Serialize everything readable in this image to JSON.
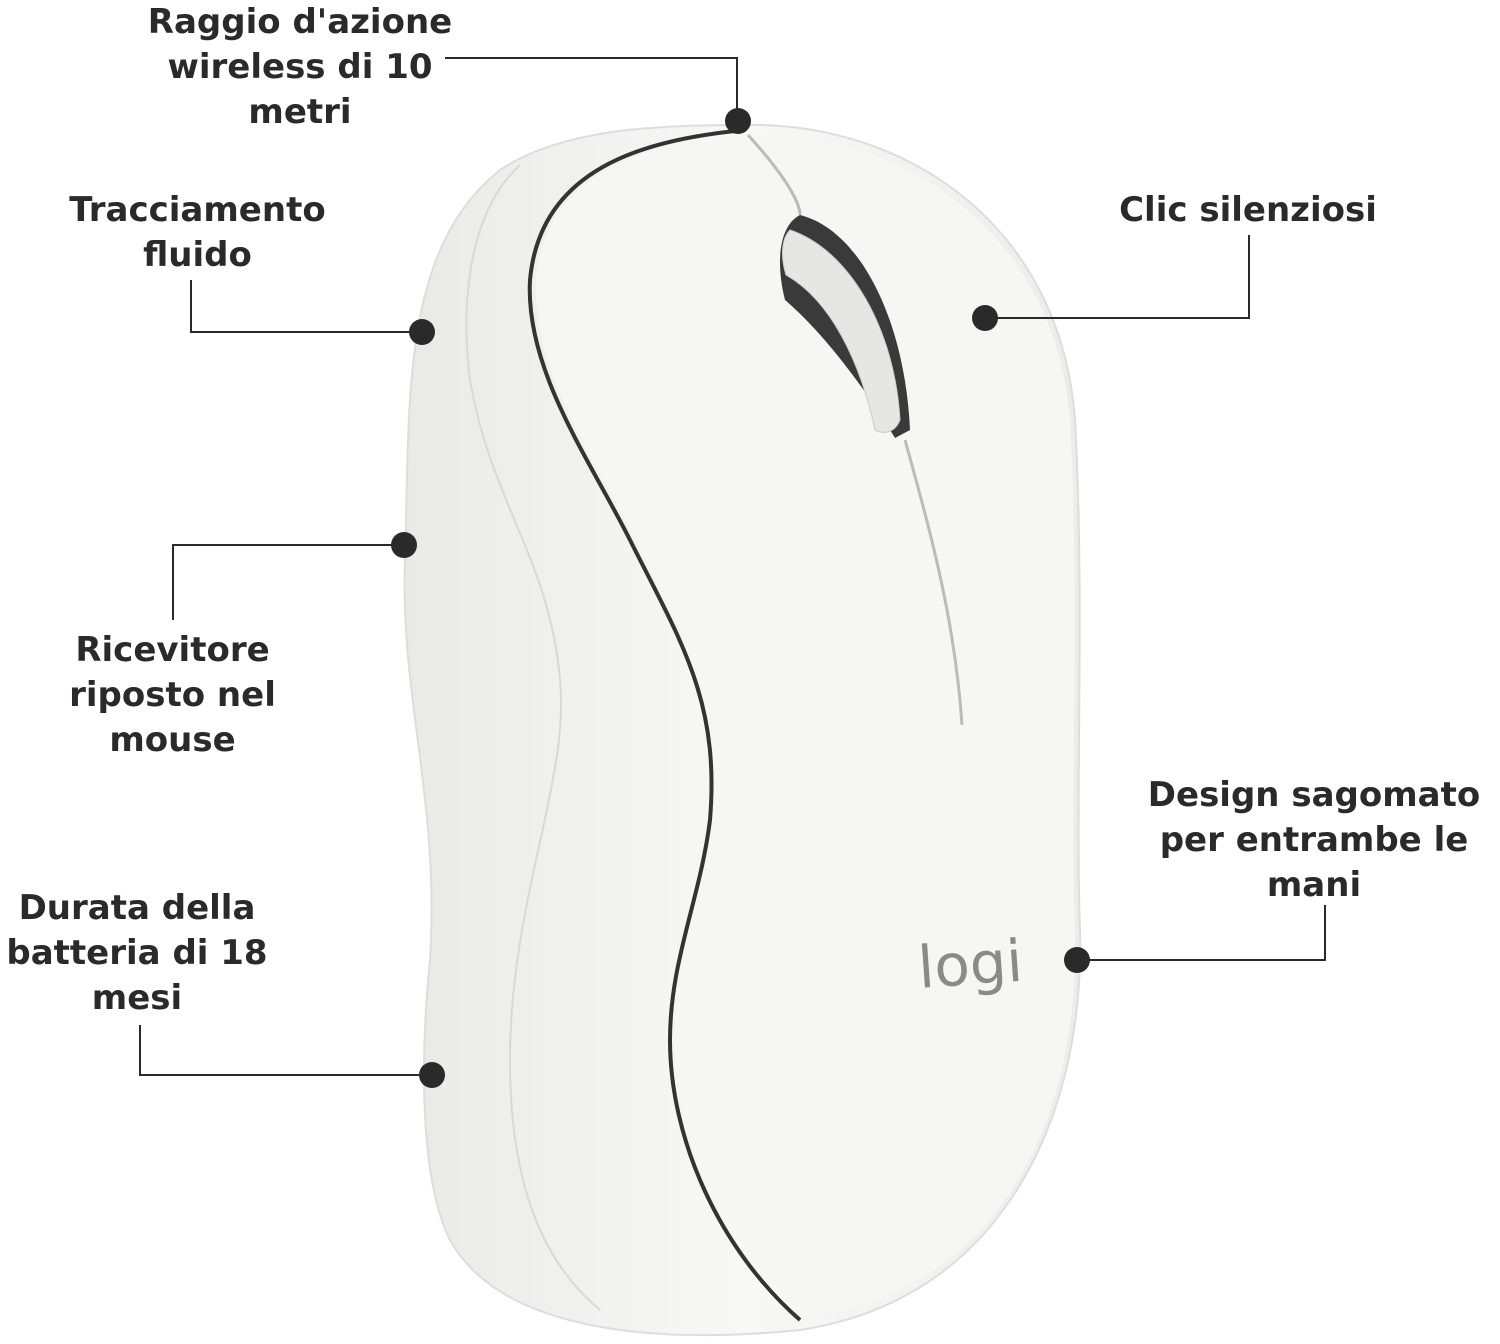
{
  "callouts": [
    {
      "id": "range",
      "text": "Raggio d'azione\nwireless di 10\nmetri"
    },
    {
      "id": "tracking",
      "text": "Tracciamento\nfluido"
    },
    {
      "id": "clicks",
      "text": "Clic silenziosi"
    },
    {
      "id": "receiver",
      "text": "Ricevitore\nriposto nel\nmouse"
    },
    {
      "id": "design",
      "text": "Design sagomato\nper entrambe le\nmani"
    },
    {
      "id": "battery",
      "text": "Durata della\nbatteria di 18\nmesi"
    }
  ],
  "logo": "logi",
  "colors": {
    "text": "#2a2a2a",
    "mouse": "#f4f4f2",
    "logo": "#8a8a8a",
    "callout": "#2a2a2a"
  }
}
